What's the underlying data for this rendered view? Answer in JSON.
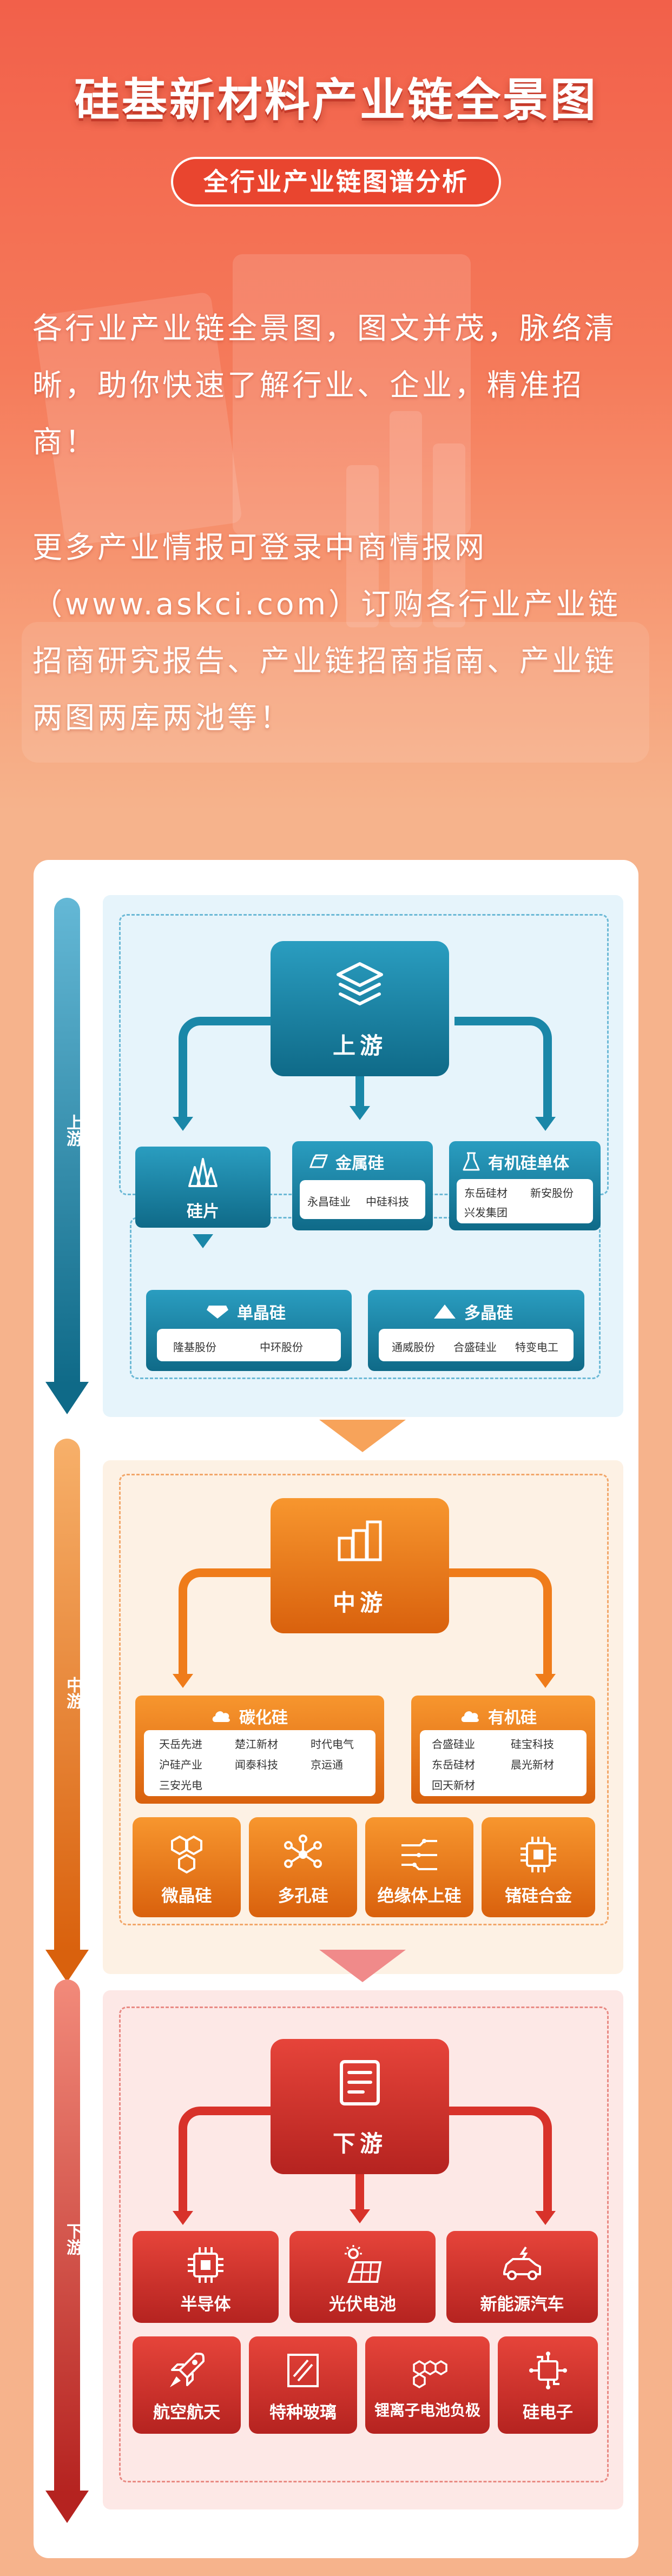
{
  "header": {
    "title": "硅基新材料产业链全景图",
    "subtitle": "全行业产业链图谱分析",
    "intro_1": "各行业产业链全景图，图文并茂，脉络清晰，助你快速了解行业、企业，精准招商！",
    "intro_2": "更多产业情报可登录中商情报网（www.askci.com）订购各行业产业链招商研究报告、产业链招商指南、产业链两图两库两池等！"
  },
  "upstream": {
    "track_label": "上游",
    "hub_label": "上游",
    "wafer": {
      "label": "硅片"
    },
    "metal_silicon": {
      "label": "金属硅",
      "companies": [
        "永昌硅业",
        "中硅科技"
      ]
    },
    "organosilicon_monomer": {
      "label": "有机硅单体",
      "companies": [
        "东岳硅材",
        "新安股份",
        "兴发集团"
      ]
    },
    "mono_silicon": {
      "label": "单晶硅",
      "companies": [
        "隆基股份",
        "中环股份"
      ]
    },
    "poly_silicon": {
      "label": "多晶硅",
      "companies": [
        "通威股份",
        "合盛硅业",
        "特变电工"
      ]
    }
  },
  "midstream": {
    "track_label": "中游",
    "hub_label": "中游",
    "carbide": {
      "label": "碳化硅",
      "companies": [
        "天岳先进",
        "楚江新材",
        "时代电气",
        "沪硅产业",
        "闻泰科技",
        "京运通",
        "三安光电"
      ]
    },
    "organic": {
      "label": "有机硅",
      "companies": [
        "合盛硅业",
        "硅宝科技",
        "东岳硅材",
        "晨光新材",
        "回天新材"
      ]
    },
    "products": [
      "微晶硅",
      "多孔硅",
      "绝缘体上硅",
      "锗硅合金"
    ]
  },
  "downstream": {
    "track_label": "下游",
    "hub_label": "下游",
    "row1": [
      "半导体",
      "光伏电池",
      "新能源汽车"
    ],
    "row2": [
      "航空航天",
      "特种玻璃",
      "锂离子电池负极",
      "硅电子"
    ]
  },
  "colors": {
    "upstream": "#1a87a8",
    "upstream_dark": "#0f6a88",
    "midstream": "#ef7c1a",
    "midstream_dark": "#d9610d",
    "downstream": "#d8322a",
    "downstream_dark": "#b52320"
  },
  "icons": {
    "hub_up": "layers-icon",
    "hub_mid": "building-blocks-icon",
    "hub_down": "document-list-icon"
  }
}
